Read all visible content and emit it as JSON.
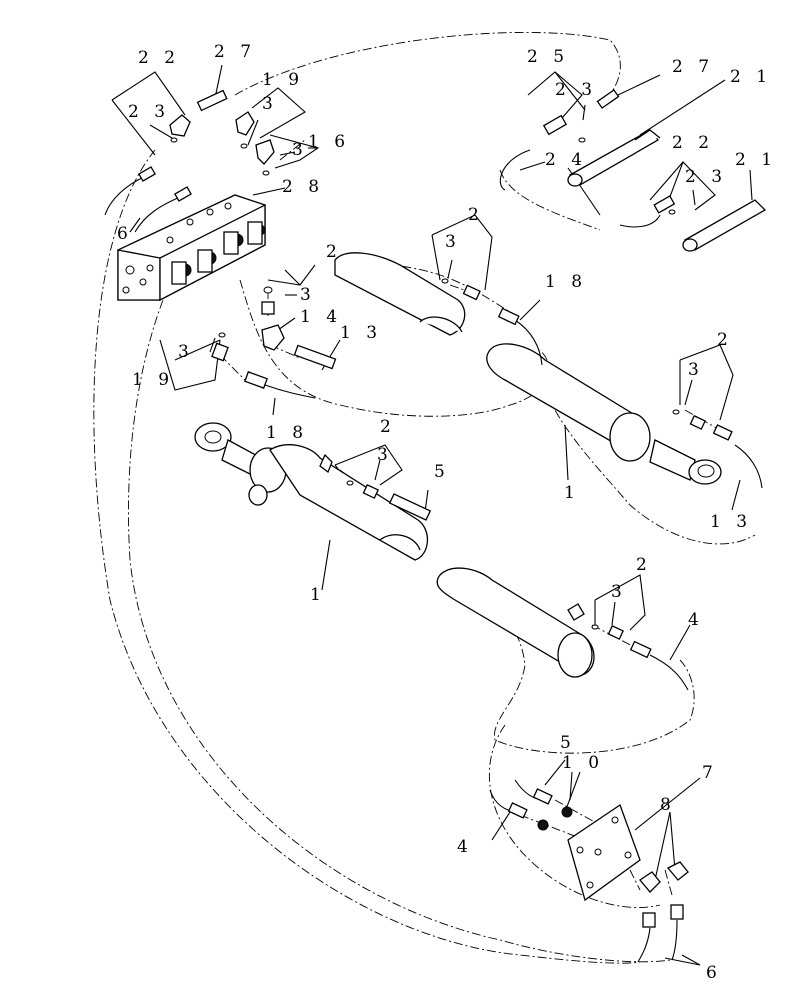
{
  "labels": [
    {
      "id": "c1",
      "text": "2 2"
    },
    {
      "id": "c2",
      "text": "2 7"
    },
    {
      "id": "c3",
      "text": "1 9"
    },
    {
      "id": "c4",
      "text": "2 3"
    },
    {
      "id": "c5",
      "text": "3"
    },
    {
      "id": "c6",
      "text": "3"
    },
    {
      "id": "c7",
      "text": "1 6"
    },
    {
      "id": "c8",
      "text": "2 8"
    },
    {
      "id": "c9",
      "text": "6"
    },
    {
      "id": "c10",
      "text": "2 5"
    },
    {
      "id": "c11",
      "text": "2 7"
    },
    {
      "id": "c12",
      "text": "2 1"
    },
    {
      "id": "c13",
      "text": "2 3"
    },
    {
      "id": "c14",
      "text": "2 4"
    },
    {
      "id": "c15",
      "text": "2 2"
    },
    {
      "id": "c16",
      "text": "2 1"
    },
    {
      "id": "c17",
      "text": "2 3"
    },
    {
      "id": "c18",
      "text": "2"
    },
    {
      "id": "c19",
      "text": "3"
    },
    {
      "id": "c20",
      "text": "2"
    },
    {
      "id": "c21",
      "text": "1 8"
    },
    {
      "id": "c22",
      "text": "3"
    },
    {
      "id": "c23",
      "text": "1 4"
    },
    {
      "id": "c24",
      "text": "1 3"
    },
    {
      "id": "c25",
      "text": "3"
    },
    {
      "id": "c26",
      "text": "1 9"
    },
    {
      "id": "c27",
      "text": "1 8"
    },
    {
      "id": "c28",
      "text": "2"
    },
    {
      "id": "c29",
      "text": "3"
    },
    {
      "id": "c30",
      "text": "1"
    },
    {
      "id": "c31",
      "text": "1 3"
    },
    {
      "id": "c32",
      "text": "2"
    },
    {
      "id": "c33",
      "text": "3"
    },
    {
      "id": "c34",
      "text": "5"
    },
    {
      "id": "c35",
      "text": "1"
    },
    {
      "id": "c36",
      "text": "2"
    },
    {
      "id": "c37",
      "text": "3"
    },
    {
      "id": "c38",
      "text": "4"
    },
    {
      "id": "c39",
      "text": "5"
    },
    {
      "id": "c40",
      "text": "1 0"
    },
    {
      "id": "c41",
      "text": "7"
    },
    {
      "id": "c42",
      "text": "8"
    },
    {
      "id": "c43",
      "text": "4"
    },
    {
      "id": "c44",
      "text": "6"
    }
  ]
}
